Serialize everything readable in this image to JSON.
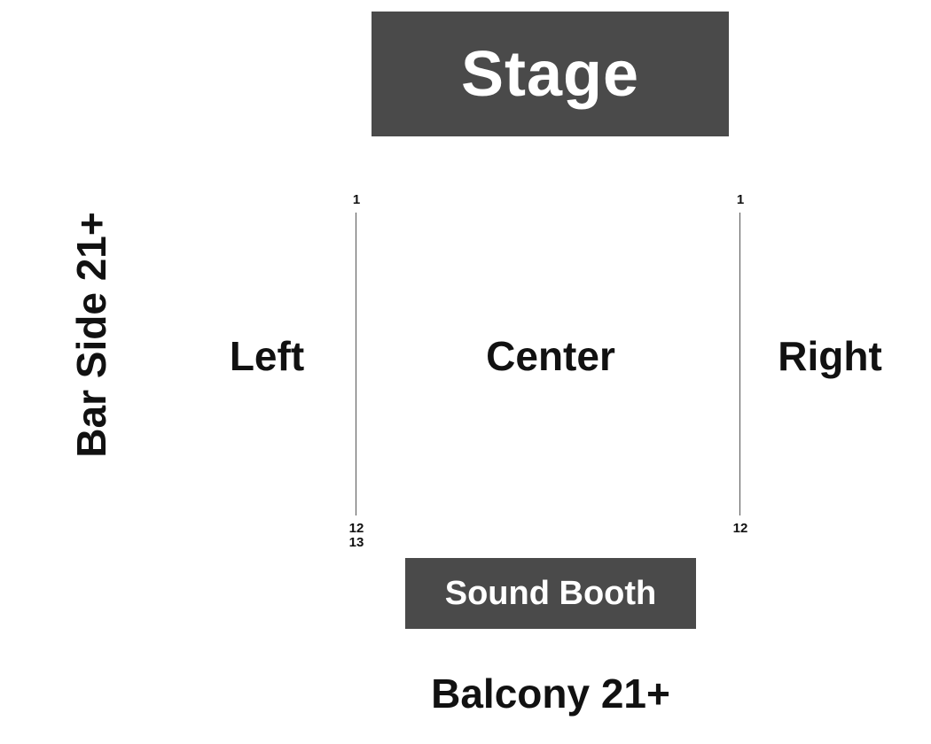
{
  "stage": {
    "label": "Stage"
  },
  "sound_booth": {
    "label": "Sound Booth"
  },
  "sections": {
    "left": "Left",
    "center": "Center",
    "right": "Right",
    "bar_side": "Bar Side 21+",
    "balcony": "Balcony 21+"
  },
  "rows": {
    "left": {
      "first": "1",
      "second_last": "12",
      "last": "13"
    },
    "right": {
      "first": "1",
      "last": "12"
    }
  },
  "colors": {
    "block_fill": "#4a4a4a",
    "block_text": "#ffffff",
    "label_text": "#111111",
    "background": "#ffffff"
  }
}
